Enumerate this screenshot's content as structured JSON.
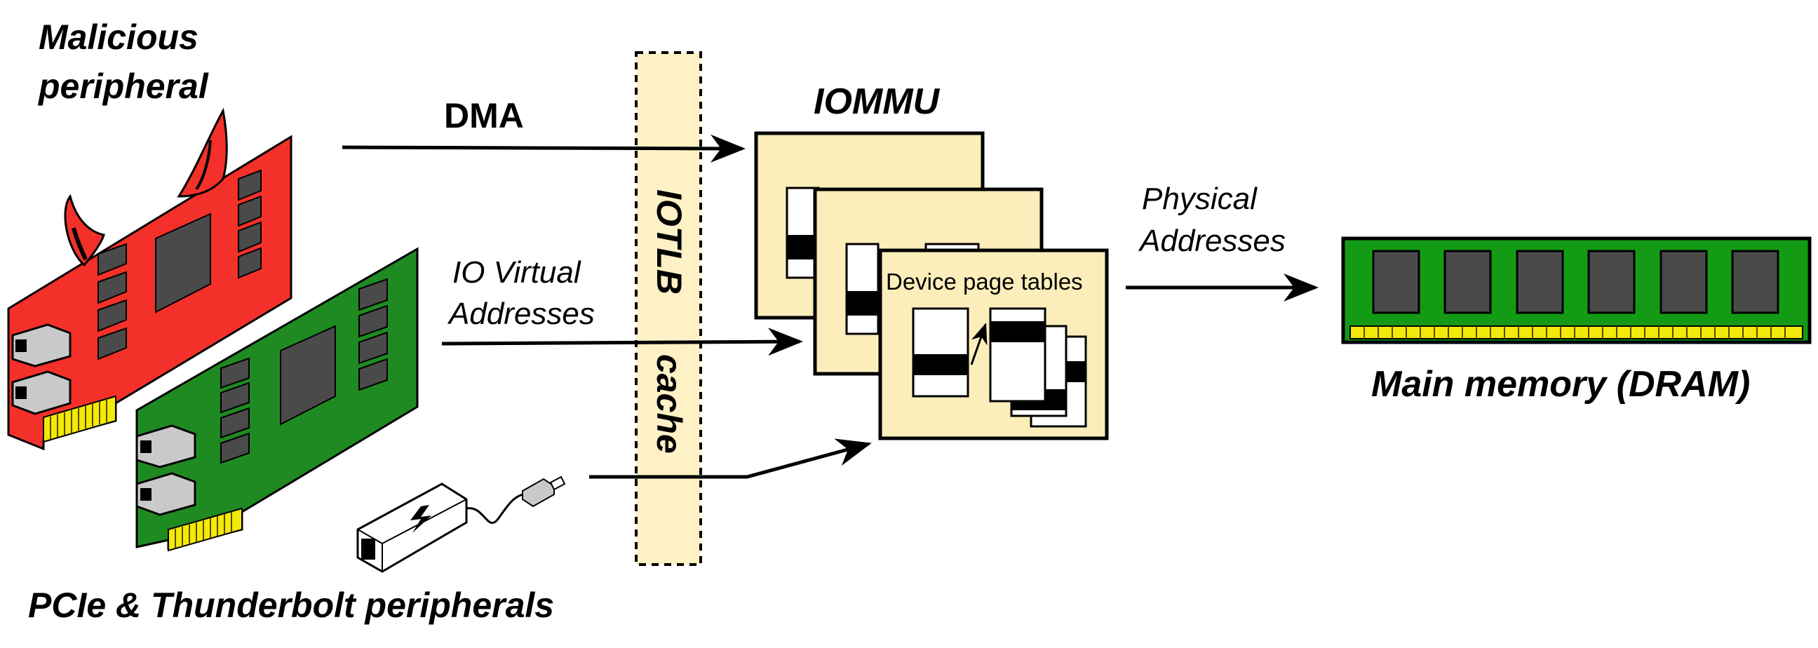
{
  "labels": {
    "malicious_line1": "Malicious",
    "malicious_line2": "peripheral",
    "dma": "DMA",
    "iommu": "IOMMU",
    "iotlb": "IOTLB",
    "cache": "cache",
    "io_virtual_line1": "IO Virtual",
    "io_virtual_line2": "Addresses",
    "physical_line1": "Physical",
    "physical_line2": "Addresses",
    "device_page_tables": "Device page tables",
    "main_memory": "Main memory (DRAM)",
    "peripherals": "PCIe & Thunderbolt peripherals"
  },
  "colors": {
    "malicious_card": "#f4302a",
    "pcie_card": "#1f8a22",
    "chip": "#4a4a4a",
    "gold_contacts": "#f3e90a",
    "iommu_box": "#fbeebb",
    "iotlb_band": "#fdf1c5",
    "dram_board": "#149b16",
    "connector": "#c9c9c9"
  },
  "icons": [
    "devil-horns-icon",
    "thunderbolt-adapter-icon",
    "usb-c-plug-icon"
  ]
}
